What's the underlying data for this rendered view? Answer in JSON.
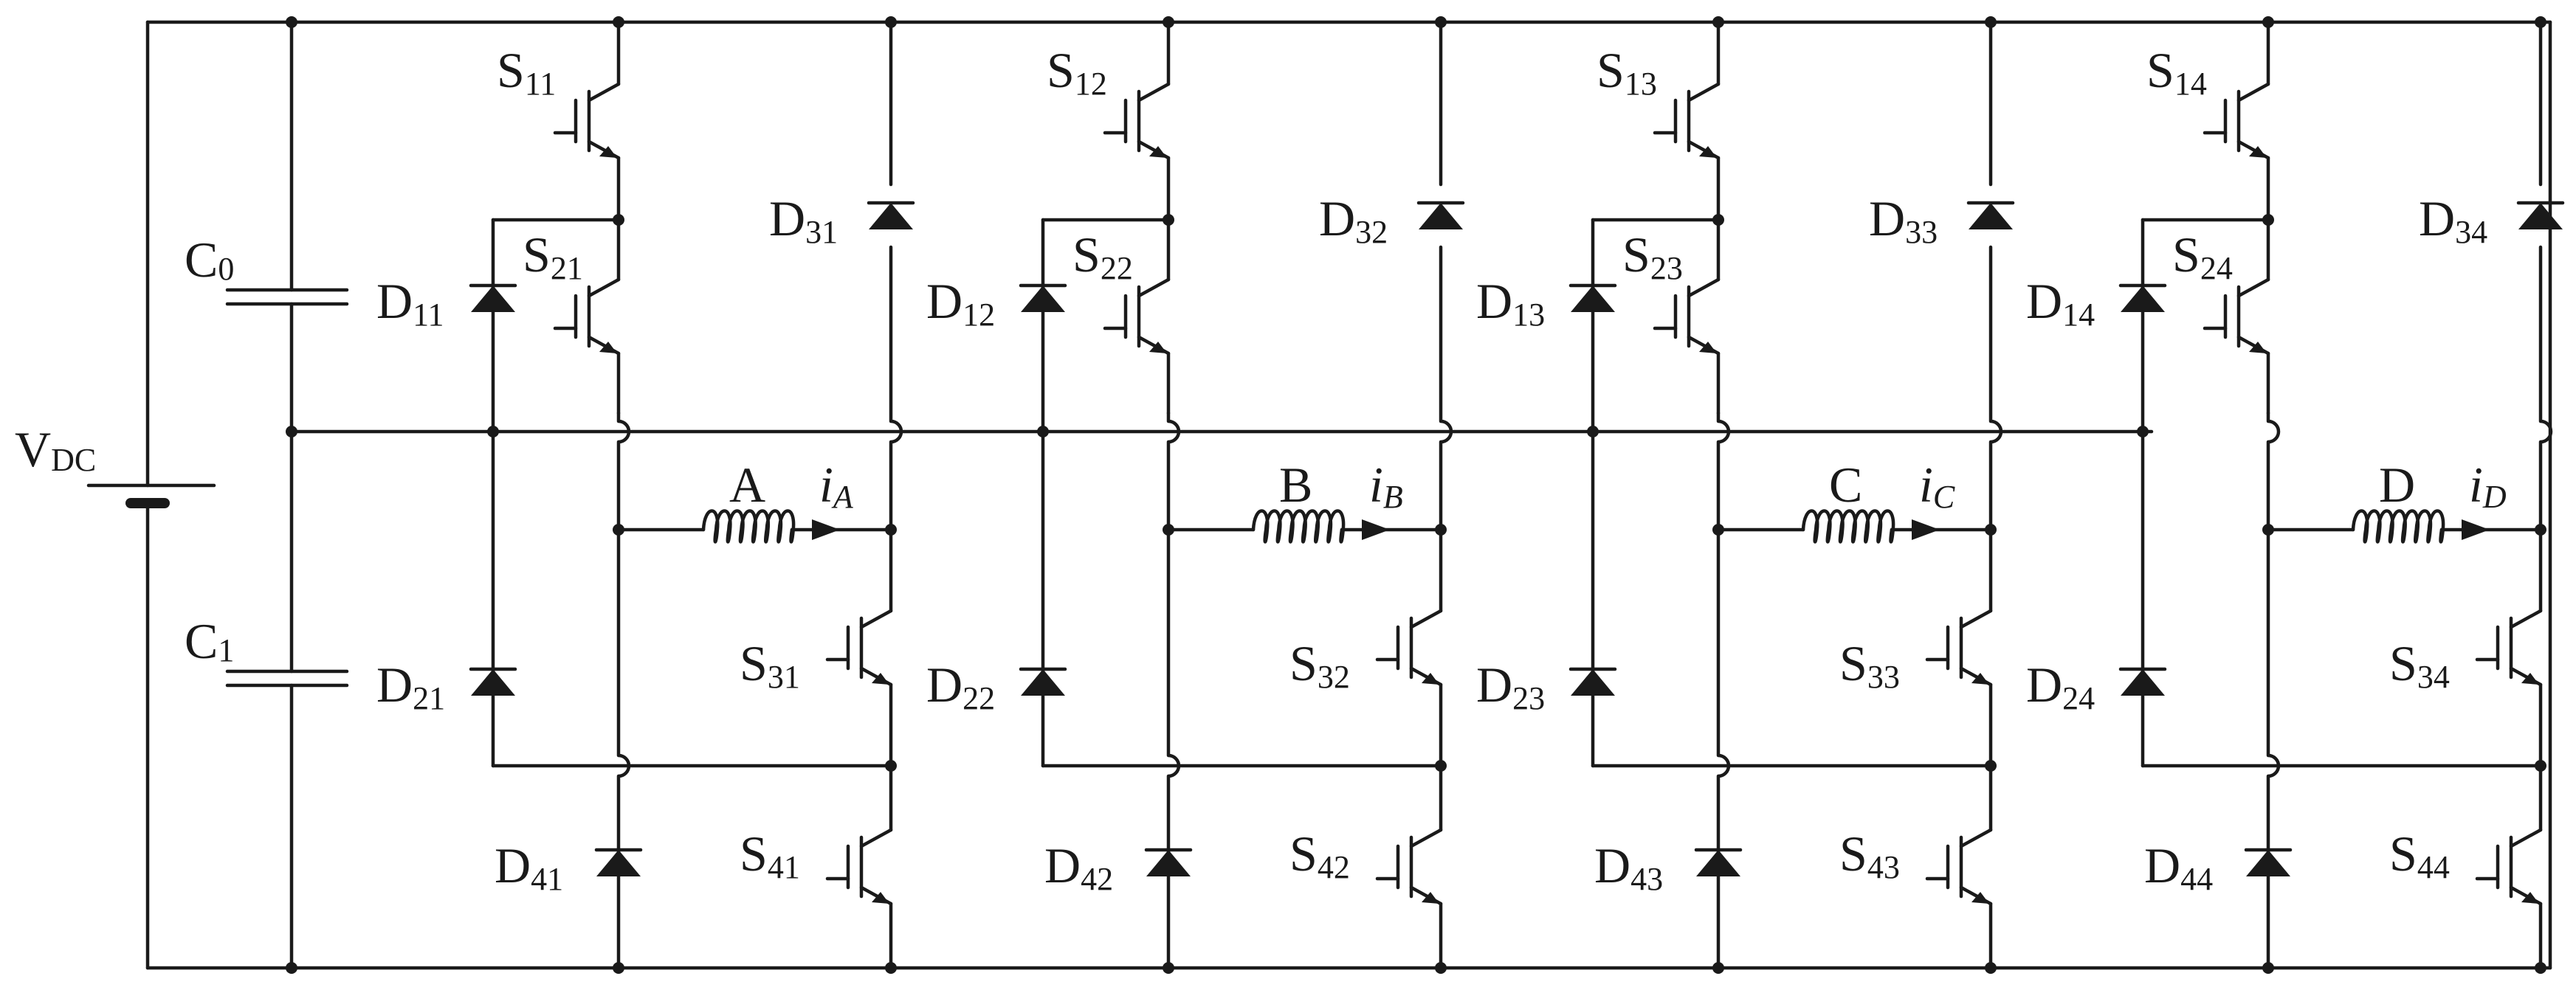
{
  "source": {
    "label": "V",
    "subscript": "DC"
  },
  "capacitors": [
    {
      "letter": "C",
      "index": "0"
    },
    {
      "letter": "C",
      "index": "1"
    }
  ],
  "phases": [
    {
      "load": "A",
      "current": "i",
      "current_sub": "A",
      "S_top": "11",
      "S_mid": "21",
      "S_low": "31",
      "S_bot": "41",
      "D_clamp_top": "11",
      "D_clamp_bot": "21",
      "D_top": "31",
      "D_bot": "41"
    },
    {
      "load": "B",
      "current": "i",
      "current_sub": "B",
      "S_top": "12",
      "S_mid": "22",
      "S_low": "32",
      "S_bot": "42",
      "D_clamp_top": "12",
      "D_clamp_bot": "22",
      "D_top": "32",
      "D_bot": "42"
    },
    {
      "load": "C",
      "current": "i",
      "current_sub": "C",
      "S_top": "13",
      "S_mid": "23",
      "S_low": "33",
      "S_bot": "43",
      "D_clamp_top": "13",
      "D_clamp_bot": "23",
      "D_top": "33",
      "D_bot": "43"
    },
    {
      "load": "D",
      "current": "i",
      "current_sub": "D",
      "S_top": "14",
      "S_mid": "24",
      "S_low": "34",
      "S_bot": "44",
      "D_clamp_top": "14",
      "D_clamp_bot": "24",
      "D_top": "34",
      "D_bot": "44"
    }
  ],
  "prefix": {
    "switch": "S",
    "diode": "D"
  }
}
